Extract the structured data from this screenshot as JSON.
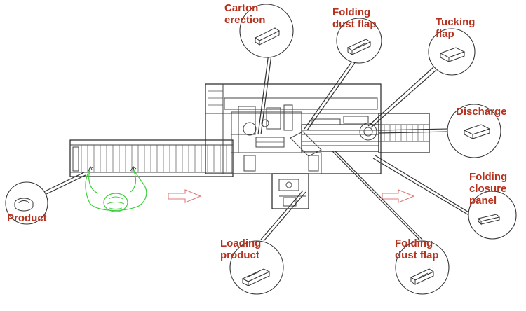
{
  "labels": {
    "carton_erection": [
      "Carton",
      "erection"
    ],
    "folding_dust_flap_top": [
      "Folding",
      "dust flap"
    ],
    "tucking_flap": [
      "Tucking",
      "flap"
    ],
    "discharge": [
      "Discharge"
    ],
    "folding_closure_panel": [
      "Folding",
      "closure",
      "panel"
    ],
    "folding_dust_flap_bottom": [
      "Folding",
      "dust flap"
    ],
    "loading_product": [
      "Loading",
      "product"
    ],
    "product": [
      "Product"
    ]
  },
  "colors": {
    "label": "#b5321e",
    "arrow": "#e07a7a",
    "operator": "#3ccf3c",
    "line": "#444444"
  },
  "icons": {
    "operator": "operator-figure-icon",
    "flow_arrow": "flow-arrow-icon",
    "carton": "carton-box-icon",
    "product_roll": "product-roll-icon"
  }
}
